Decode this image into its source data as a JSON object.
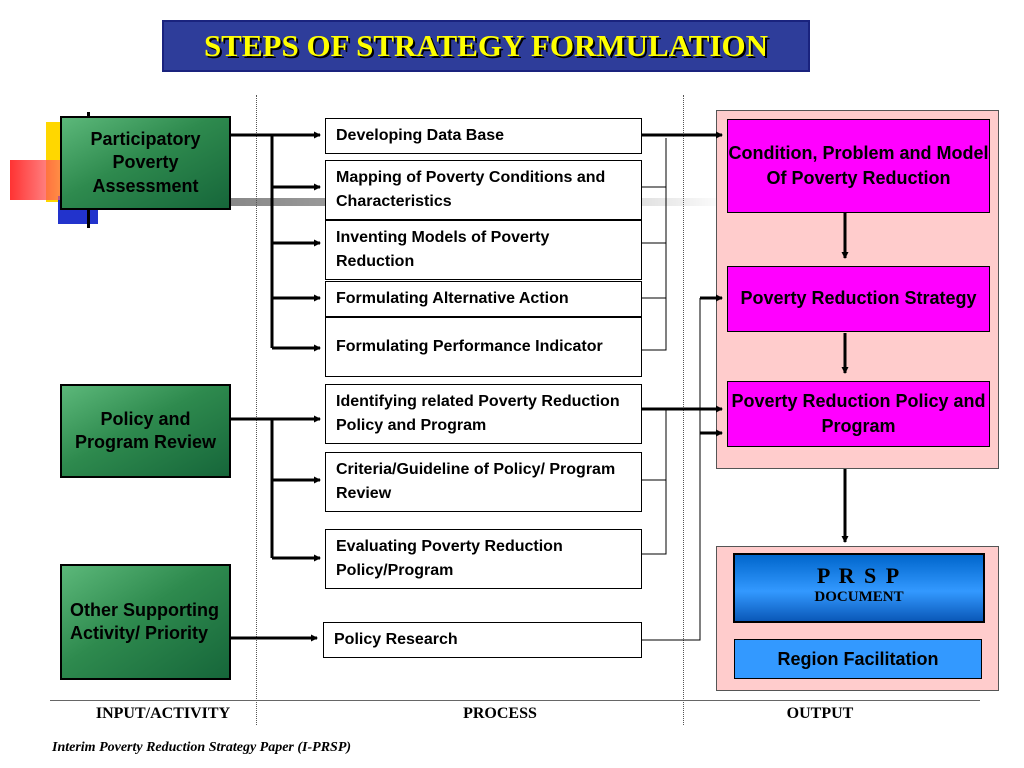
{
  "title": "STEPS OF STRATEGY FORMULATION",
  "inputs": [
    "Participatory Poverty Assessment",
    "Policy and Program Review",
    "Other Supporting Activity/ Priority"
  ],
  "process": [
    "Developing Data Base",
    "Mapping of Poverty Conditions and Characteristics",
    "Inventing Models of Poverty Reduction",
    "Formulating Alternative Action",
    "Formulating Performance Indicator",
    "Identifying related Poverty Reduction Policy and Program",
    "Criteria/Guideline of Policy/ Program Review",
    "Evaluating Poverty Reduction Policy/Program",
    "Policy Research"
  ],
  "outputs": {
    "condition": "Condition, Problem and Model Of Poverty Reduction",
    "strategy": "Poverty Reduction Strategy",
    "policy": "Poverty Reduction Policy and Program",
    "prsp_title": "P R S P",
    "prsp_sub": "DOCUMENT",
    "region": "Region Facilitation"
  },
  "columns": {
    "input": "INPUT/ACTIVITY",
    "process": "PROCESS",
    "output": "OUTPUT"
  },
  "footer": "Interim Poverty Reduction Strategy Paper (I-PRSP)",
  "colors": {
    "title_bg": "#2e3d9a",
    "title_text": "#ffff00",
    "input_green": "#2e8a4e",
    "output_magenta": "#ff00ff",
    "output_panel": "#ffcccc",
    "prsp_blue": "#3399ff"
  }
}
